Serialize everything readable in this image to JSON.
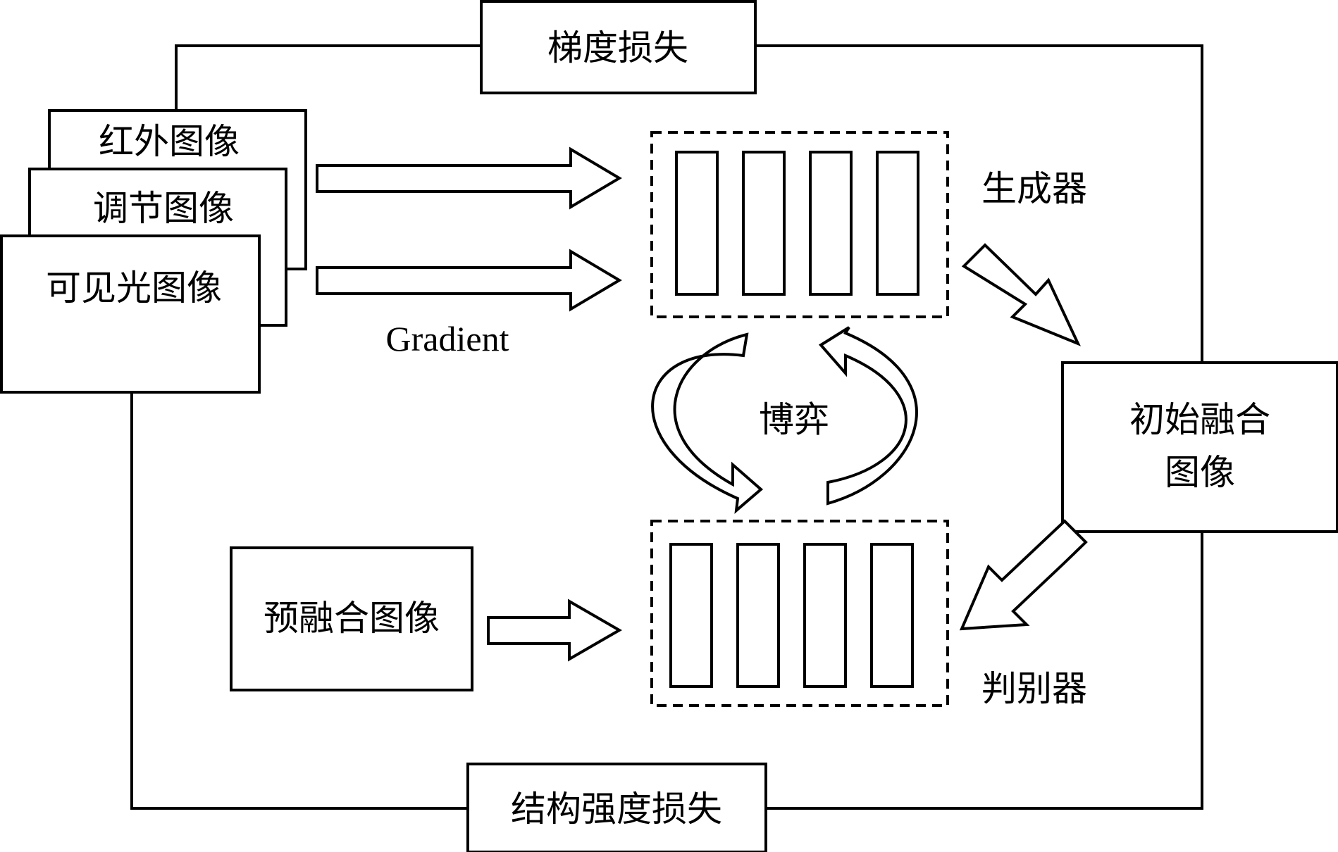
{
  "losses": {
    "gradient_loss": "梯度损失",
    "structure_intensity_loss": "结构强度损失"
  },
  "inputs": {
    "infrared": "红外图像",
    "adjusted": "调节图像",
    "visible": "可见光图像"
  },
  "gradient_label": "Gradient",
  "generator": {
    "label": "生成器",
    "blocks": 4
  },
  "discriminator": {
    "label": "判别器",
    "blocks": 4
  },
  "game_label": "博弈",
  "initial_fused": {
    "line1": "初始融合",
    "line2": "图像"
  },
  "prefused": "预融合图像"
}
